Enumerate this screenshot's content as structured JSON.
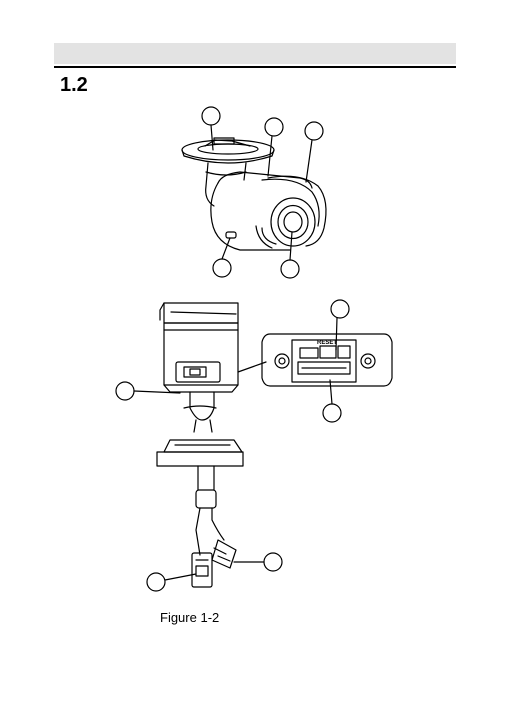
{
  "section": {
    "number": "1.2"
  },
  "figure": {
    "caption": "Figure 1-2",
    "panel_label": "RESET"
  }
}
